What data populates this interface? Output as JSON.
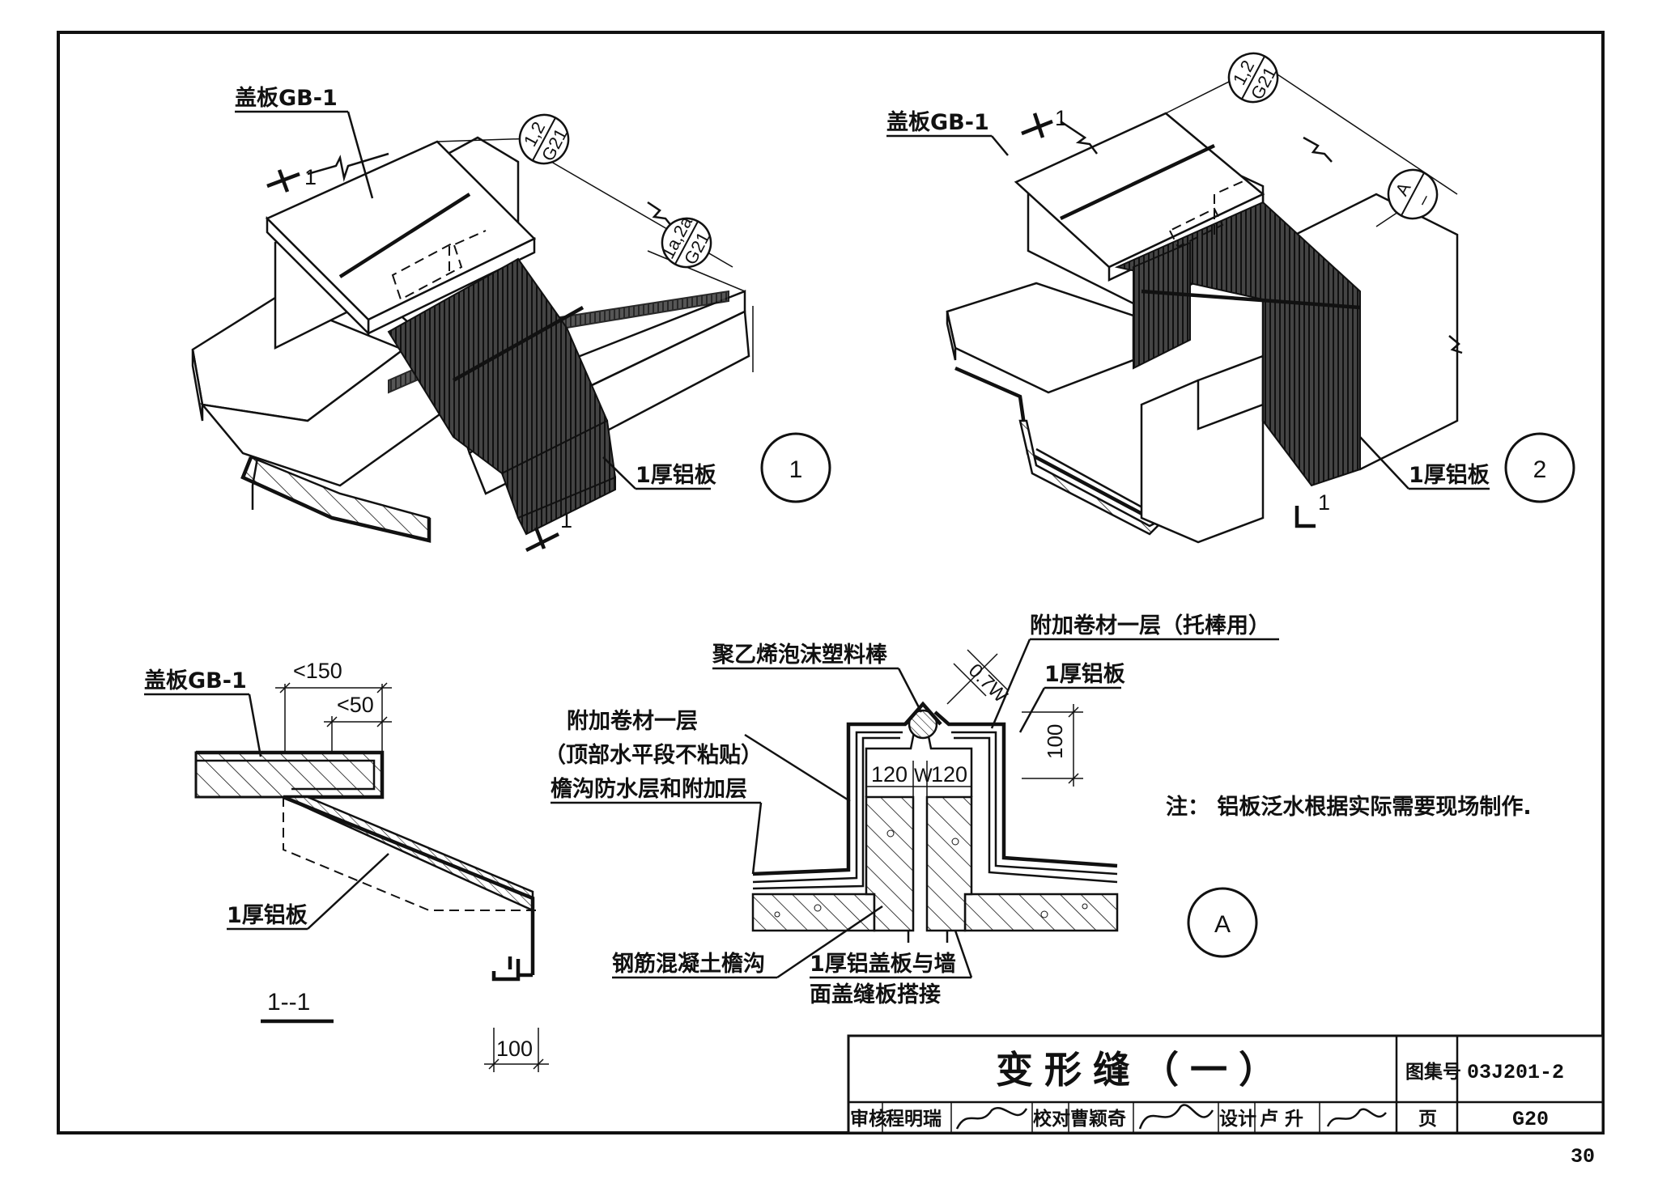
{
  "labels": {
    "cover_plate": "盖板GB-1",
    "alu_1mm": "1厚铝板",
    "foam_rod": "聚乙烯泡沫塑料棒",
    "extra_membrane_rod": "附加卷材一层（托棒用）",
    "extra_membrane": "附加卷材一层",
    "top_not_bonded": "（顶部水平段不粘贴）",
    "gutter_waterproof": "檐沟防水层和附加层",
    "rc_gutter": "钢筋混凝土檐沟",
    "alu_cover_lap_1": "1厚铝盖板与墙",
    "alu_cover_lap_2": "面盖缝板搭接",
    "note": "注：  铝板泛水根据实际需要现场制作."
  },
  "refs": {
    "ref_a_top": "1,2",
    "ref_a_bottom": "G21",
    "ref_b_top": "1a,2a",
    "ref_b_bottom": "G21",
    "ref_c_top": "A",
    "ref_c_bottom": "–",
    "section_mark": "1"
  },
  "details": {
    "d1": "1",
    "d2": "2",
    "dA": "A",
    "section_title": "1--1"
  },
  "dims": {
    "lt150": "<150",
    "lt50": "<50",
    "d100_bottom": "100",
    "d100_right": "100",
    "w": "W",
    "d120_left": "120",
    "d120_right": "120",
    "d07w": "0.7W"
  },
  "title_block": {
    "title": "变形缝（一）",
    "atlas_label": "图集号",
    "atlas_no": "03J201-2",
    "review_label": "审核",
    "reviewer": "程明瑞",
    "check_label": "校对",
    "checker": "曹颖奇",
    "design_label": "设计",
    "designer": "卢  升",
    "page_label": "页",
    "page_no": "G20"
  },
  "sheet_page": "30"
}
